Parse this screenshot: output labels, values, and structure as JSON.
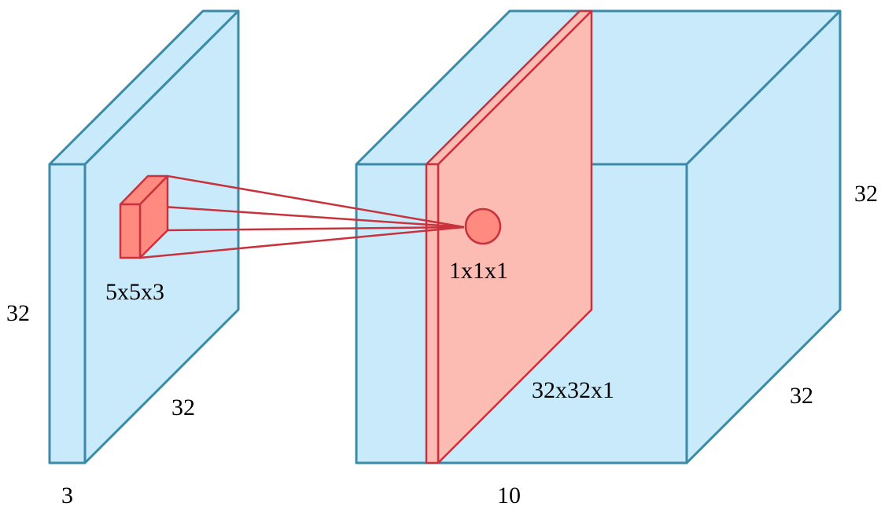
{
  "colors": {
    "volume_fill": "#c8eafb",
    "volume_stroke": "#3a8aa8",
    "filter_fill": "#ff8a80",
    "slice_fill": "#fcbcb4",
    "red_stroke": "#c8323c"
  },
  "input_volume": {
    "height_label": "32",
    "width_label": "32",
    "depth_label": "3"
  },
  "filter": {
    "label": "5x5x3"
  },
  "output_volume": {
    "height_label": "32",
    "width_label": "32",
    "depth_label": "10"
  },
  "output_slice": {
    "label": "32x32x1"
  },
  "output_neuron": {
    "label": "1x1x1"
  }
}
